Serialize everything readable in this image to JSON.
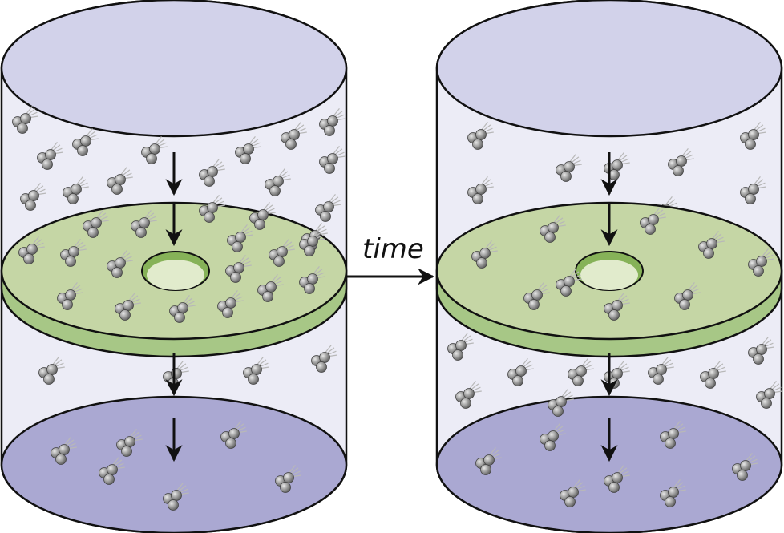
{
  "labels": {
    "time": "time"
  },
  "colors": {
    "cylinder_body": "#ececf6",
    "cylinder_top": "#d2d2ea",
    "cylinder_bottom": "#aaa8d2",
    "membrane_top": "#c5d6a5",
    "membrane_side": "#a7c786",
    "membrane_hole_rim": "#86b258",
    "membrane_hole": "#e1ebcc",
    "outline": "#111111",
    "molecule": "#8c8c8c"
  },
  "scene": {
    "left": {
      "upper_molecules": 16,
      "membrane_molecules": 18,
      "lower_chamber_molecules": 4,
      "bottom_surface_molecules": 6
    },
    "right": {
      "upper_molecules": 8,
      "membrane_molecules": 9,
      "lower_chamber_molecules": 10,
      "bottom_surface_molecules": 7
    }
  }
}
